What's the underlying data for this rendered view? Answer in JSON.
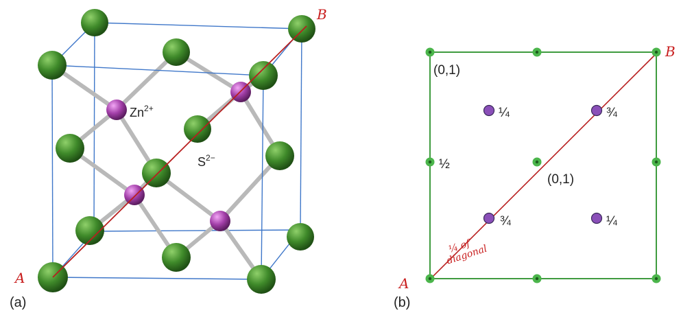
{
  "colors": {
    "cube_edge": "#3f77c9",
    "sulfide": "#3f8a2a",
    "zinc": "#a23fa8",
    "bond": "#b9b9b9",
    "square_edge": "#3f9b3f",
    "diagonal": "#b81f1f",
    "annotation": "#c81e1e"
  },
  "panel_a": {
    "caption": "(a)",
    "zn_label": "Zn",
    "zn_charge": "2+",
    "s_label": "S",
    "s_charge": "2−",
    "point_a": "A",
    "point_b": "B"
  },
  "panel_b": {
    "caption": "(b)",
    "label_corner": "(0,1)",
    "label_center": "(0,1)",
    "label_left_mid": "½",
    "label_upper_left_zn": "¼",
    "label_upper_right_zn": "¾",
    "label_lower_left_zn": "¾",
    "label_lower_right_zn": "¼",
    "point_a": "A",
    "point_b": "B",
    "note_line1": "¼ of",
    "note_line2": "diagonal"
  }
}
